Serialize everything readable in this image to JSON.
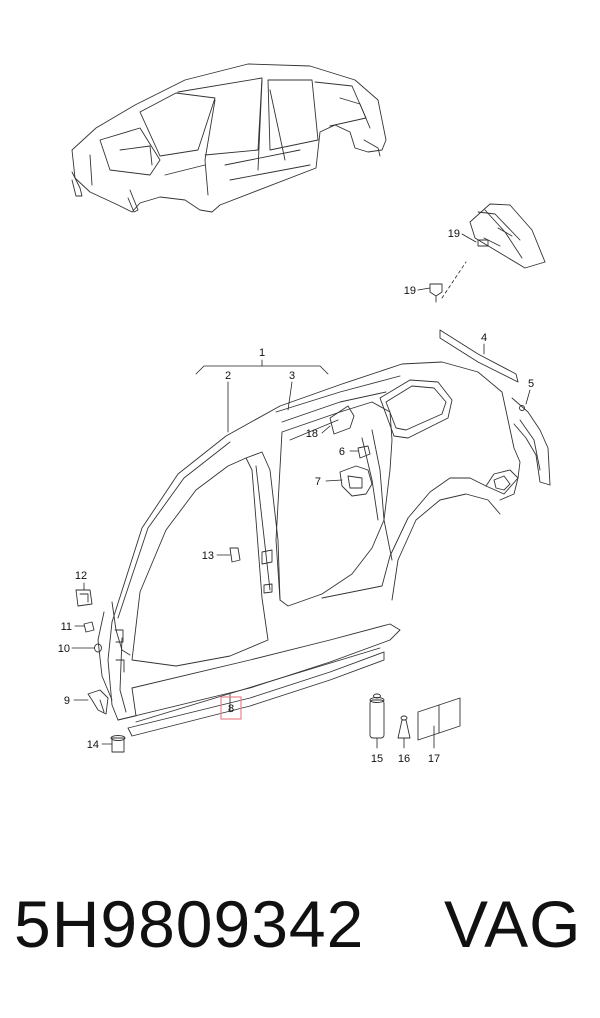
{
  "callouts": {
    "c1": "1",
    "c2": "2",
    "c3": "3",
    "c4": "4",
    "c5": "5",
    "c6": "6",
    "c7": "7",
    "c8": "8",
    "c9": "9",
    "c10": "10",
    "c11": "11",
    "c12": "12",
    "c13": "13",
    "c14": "14",
    "c15": "15",
    "c16": "16",
    "c17": "17",
    "c18": "18",
    "c19a": "19",
    "c19b": "19"
  },
  "highlight_color": "#e8848c",
  "footer": {
    "part_number": "5H9809342",
    "brand": "VAG"
  }
}
